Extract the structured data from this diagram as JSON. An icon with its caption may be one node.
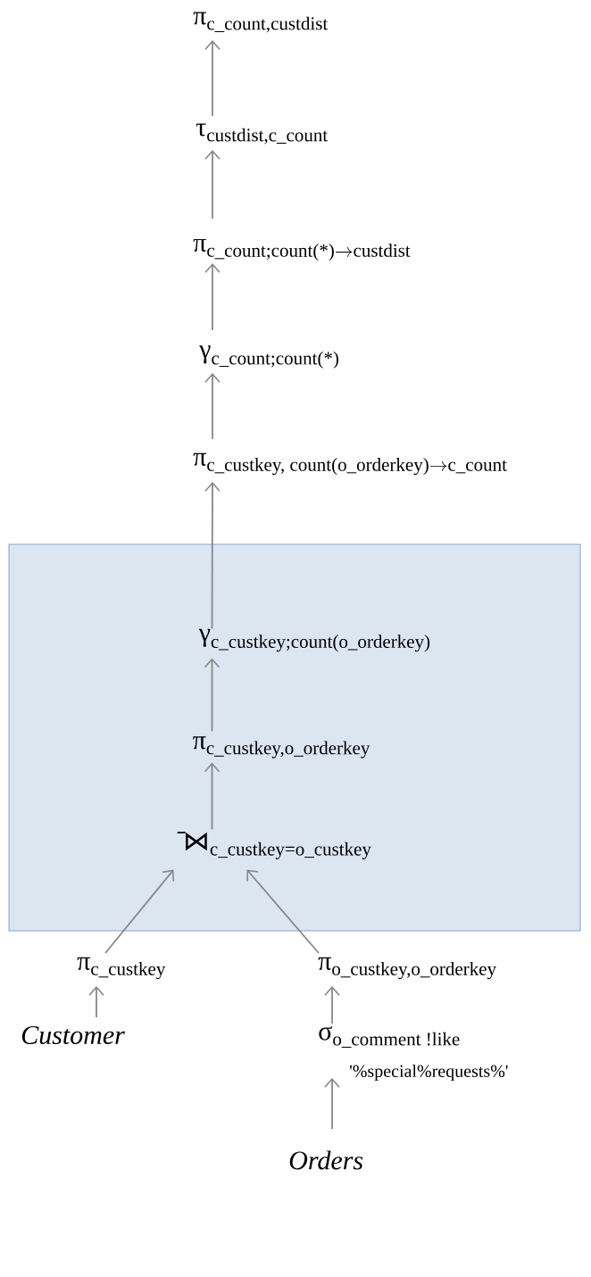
{
  "diagram": {
    "nodes": [
      {
        "text": [
          "\\text{π}_{\\text{c\\_count,custdist}}"
        ]
      },
      {
        "text": [
          "\\text{τ}_{\\text{custdist,c\\_count}}"
        ]
      },
      {
        "text": [
          "\\text{π}_{\\text{c\\_count;count(*)}\\rightarrow\\text{custdist}}"
        ]
      },
      {
        "text": [
          "\\text{γ}_{\\text{c\\_count;count(*)}}"
        ]
      },
      {
        "text": [
          "\\text{π}_{\\text{c\\_custkey, count(o\\_orderkey)}\\rightarrow\\text{c\\_count}}"
        ]
      },
      {
        "text": [],
        "shape": "box"
      },
      {
        "text": [
          "\\text{γ}_{\\text{c\\_custkey;count(o\\_orderkey)}}"
        ],
        "in": 5
      },
      {
        "text": [
          "\\text{π}_{\\text{c\\_custkey,o\\_orderkey}}"
        ],
        "in": 5
      },
      {
        "text": [
          "\\mathbin{\\rule[0.62em]{0.3em}{0.06em}\\mkern-2mu\\text{\\fontspec{DejaVu Sans}⋈}}_{\\text{c\\_custkey=o\\_custkey}}"
        ],
        "in": 5
      },
      {
        "text": [
          "\\text{π}_{\\text{c\\_custkey}}"
        ]
      },
      {
        "text": [
          "\\text{π}_{\\text{o\\_custkey,o\\_orderkey}}"
        ]
      },
      {
        "text": [
          "Customer"
        ]
      },
      {
        "text": [
          "\\text{σ}_{\\text{o\\_comment !like}}",
          "'%special%requests%'"
        ]
      },
      {
        "text": [
          "Orders"
        ]
      }
    ],
    "edges": [
      {
        "from": 1,
        "to": 0,
        "arrow": "to"
      },
      {
        "from": 2,
        "to": 1,
        "arrow": "to"
      },
      {
        "from": 3,
        "to": 2,
        "arrow": "to"
      },
      {
        "from": 4,
        "to": 3,
        "arrow": "to"
      },
      {
        "from": 6,
        "to": 4,
        "arrow": "to"
      },
      {
        "from": 7,
        "to": 6,
        "arrow": "to"
      },
      {
        "from": 8,
        "to": 7,
        "arrow": "to"
      },
      {
        "from": 9,
        "to": 8,
        "arrow": "to"
      },
      {
        "from": 10,
        "to": 8,
        "arrow": "to"
      },
      {
        "from": 11,
        "to": 9,
        "arrow": "to"
      },
      {
        "from": 12,
        "to": 10,
        "arrow": "to"
      },
      {
        "from": 13,
        "to": 12,
        "arrow": "to"
      }
    ]
  }
}
